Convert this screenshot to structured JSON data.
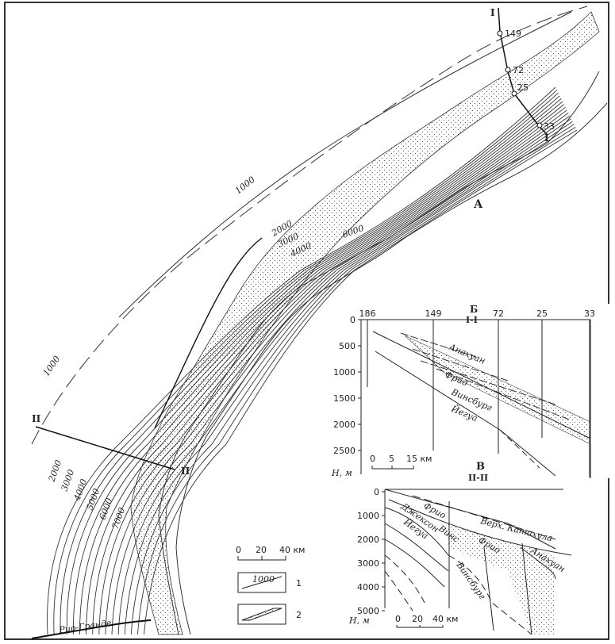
{
  "map": {
    "panel_label": "А",
    "profile_I_labels": [
      "I",
      "I"
    ],
    "profile_II_labels": [
      "II",
      "II"
    ],
    "wells": [
      "149",
      "72",
      "25",
      "33"
    ],
    "contours_upper": [
      "1000",
      "2000",
      "3000",
      "4000",
      "6000"
    ],
    "contour_left": "1000",
    "contours_lower": [
      "2000",
      "3000",
      "4000",
      "5000",
      "6000",
      "7000"
    ],
    "river": "Рио-Гранде"
  },
  "legend": {
    "scale_ticks": [
      "0",
      "20",
      "40 км"
    ],
    "contour_sample": "1000",
    "item1": "1",
    "item2": "2"
  },
  "section_B": {
    "label": "Б",
    "title": "I-I",
    "wells": [
      "186",
      "149",
      "72",
      "25",
      "33"
    ],
    "depths": [
      "0",
      "500",
      "1000",
      "1500",
      "2000",
      "2500"
    ],
    "axis_label": "H, м",
    "scale_ticks": [
      "0",
      "5",
      "15 км"
    ],
    "formations": [
      "Анахуан",
      "Фрио",
      "Винсбург",
      "Йегуа"
    ]
  },
  "section_V": {
    "label": "В",
    "title": "II-II",
    "depths": [
      "0",
      "1000",
      "2000",
      "3000",
      "4000",
      "5000"
    ],
    "axis_label": "H, м",
    "scale_ticks": [
      "0",
      "20",
      "40 км"
    ],
    "formations": [
      "Фрио",
      "Джексон",
      "Винс",
      "Йегуа",
      "Верх. Катахула",
      "Фрио",
      "Анахуан",
      "Винсбург"
    ]
  }
}
